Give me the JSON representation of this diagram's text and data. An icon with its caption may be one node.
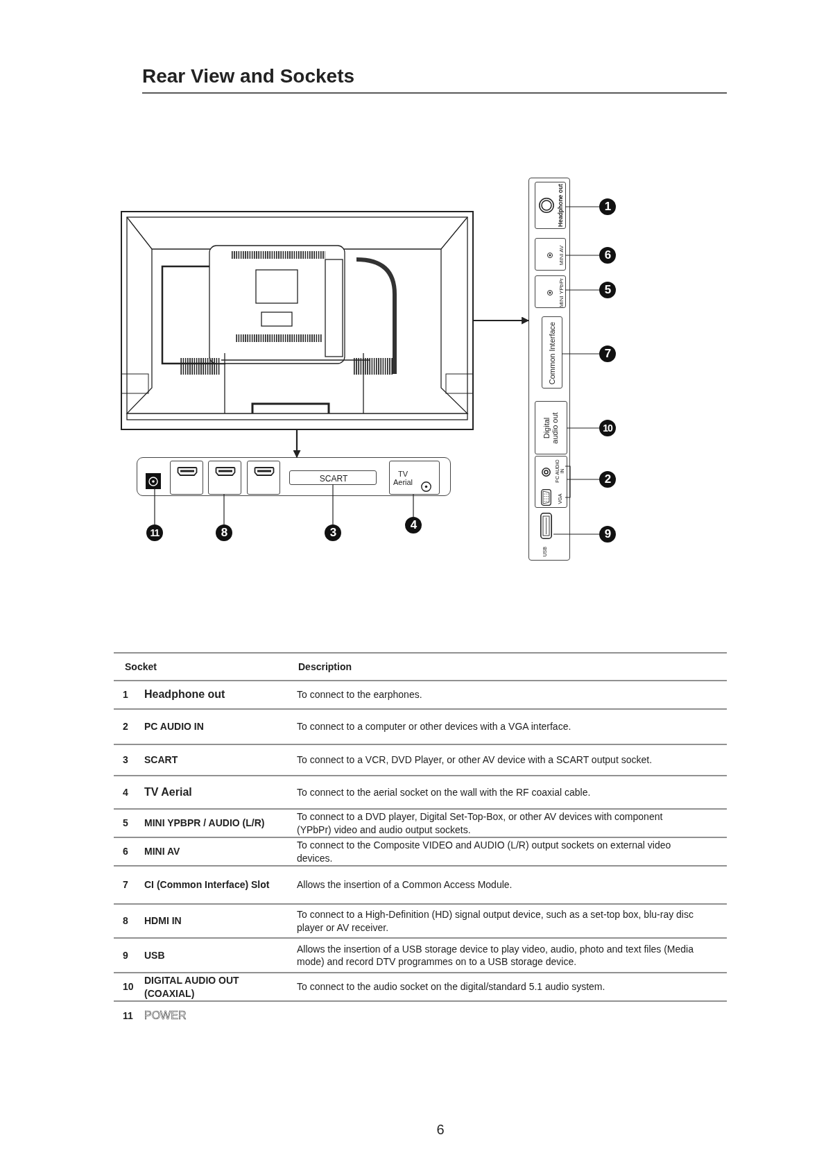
{
  "diagram": {
    "title": "Rear View and Sockets",
    "nodes": [
      {
        "text": [],
        "shape": "picture"
      },
      {
        "text": [],
        "shape": "box"
      },
      {
        "text": [
          "Headphone out"
        ],
        "in": 1
      },
      {
        "text": [
          "MINI AV"
        ],
        "in": 1
      },
      {
        "text": [
          "MINI YPbPr"
        ],
        "in": 1
      },
      {
        "text": [
          "Common Interface"
        ],
        "in": 1
      },
      {
        "text": [
          "Digital audio out"
        ],
        "in": 1
      },
      {
        "text": [
          "PC AUDIO IN",
          "VGA"
        ],
        "in": 1
      },
      {
        "text": [
          "USB"
        ],
        "in": 1
      },
      {
        "text": [],
        "shape": "box"
      },
      {
        "text": [],
        "shape": "box",
        "in": 9
      },
      {
        "text": [],
        "shape": "box",
        "in": 9
      },
      {
        "text": [],
        "shape": "box",
        "in": 9
      },
      {
        "text": [],
        "shape": "box",
        "in": 9
      },
      {
        "text": [
          "SCART"
        ],
        "in": 9
      },
      {
        "text": [
          "TV Aerial"
        ],
        "in": 9
      },
      {
        "text": [
          "1"
        ]
      },
      {
        "text": [
          "6"
        ]
      },
      {
        "text": [
          "5"
        ]
      },
      {
        "text": [
          "7"
        ]
      },
      {
        "text": [
          "10"
        ]
      },
      {
        "text": [
          "2"
        ]
      },
      {
        "text": [
          "9"
        ]
      },
      {
        "text": [
          "11"
        ]
      },
      {
        "text": [
          "8"
        ]
      },
      {
        "text": [
          "3"
        ]
      },
      {
        "text": [
          "4"
        ]
      }
    ],
    "edges": [
      {
        "from": 0,
        "to": 1,
        "arrow": "to"
      },
      {
        "from": 0,
        "to": 9,
        "arrow": "to"
      },
      {
        "from": 16,
        "to": 2,
        "arrow": "none"
      },
      {
        "from": 17,
        "to": 3,
        "arrow": "none"
      },
      {
        "from": 18,
        "to": 4,
        "arrow": "none"
      },
      {
        "from": 19,
        "to": 5,
        "arrow": "none"
      },
      {
        "from": 20,
        "to": 6,
        "arrow": "none"
      },
      {
        "from": 21,
        "to": 7,
        "arrow": "none"
      },
      {
        "from": 22,
        "to": 8,
        "arrow": "none"
      },
      {
        "from": 23,
        "to": 10,
        "arrow": "none"
      },
      {
        "from": 24,
        "to": 12,
        "arrow": "none"
      },
      {
        "from": 25,
        "to": 14,
        "arrow": "none"
      },
      {
        "from": 26,
        "to": 15,
        "arrow": "none"
      }
    ],
    "labels": [
      "Socket",
      "Description",
      "1",
      "Headphone out",
      "To connect to the earphones.",
      "2",
      "PC AUDIO IN",
      "To connect to a computer or other devices with a VGA interface.",
      "3",
      "SCART",
      "To connect to a VCR, DVD Player, or other AV device with a SCART output socket.",
      "4",
      "TV Aerial",
      "To connect to the aerial socket on the wall with the RF coaxial cable.",
      "5",
      "MINI YPBPR / AUDIO (L/R)",
      "To connect to a DVD player, Digital Set-Top-Box, or other AV devices with component (YPbPr) video and audio output sockets.",
      "6",
      "MINI AV",
      "To connect to the Composite VIDEO and AUDIO (L/R) output sockets on external video devices.",
      "7",
      "CI (Common Interface) Slot",
      "Allows the insertion of a Common Access Module.",
      "8",
      "HDMI IN",
      "To connect to a High-Definition (HD) signal output device, such as a set-top box, blu-ray disc player or AV receiver.",
      "9",
      "USB",
      "Allows the insertion of a USB storage device to play video, audio, photo and text files (Media mode) and record DTV programmes on to a USB storage device.",
      "10",
      "DIGITAL AUDIO OUT (COAXIAL)",
      "To connect to the audio socket on the digital/standard 5.1 audio system.",
      "11",
      "POWER",
      "6"
    ]
  }
}
